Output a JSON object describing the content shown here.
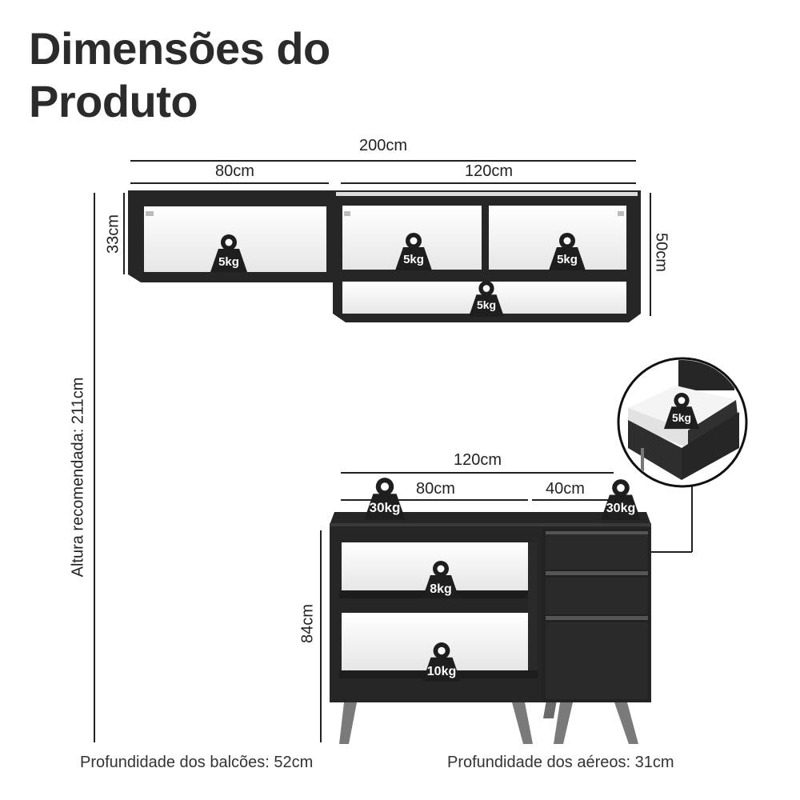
{
  "title_line1": "Dimensões do",
  "title_line2": "Produto",
  "dimensions": {
    "total_width": "200cm",
    "upper_left_width": "80cm",
    "upper_right_width": "120cm",
    "upper_left_height": "33cm",
    "upper_right_height": "50cm",
    "recommended_height": "Altura recomendada: 211cm",
    "base_width": "120cm",
    "base_left_width": "80cm",
    "base_right_width": "40cm",
    "base_height": "84cm"
  },
  "weights": {
    "upper_left": "5kg",
    "upper_mid": "5kg",
    "upper_right": "5kg",
    "upper_bottom": "5kg",
    "drawer_detail": "5kg",
    "counter_left": "30kg",
    "counter_right": "30kg",
    "shelf_top": "8kg",
    "shelf_bottom": "10kg"
  },
  "footer": {
    "base_depth": "Profundidade dos balcões: 52cm",
    "upper_depth": "Profundidade dos aéreos: 31cm"
  },
  "colors": {
    "cabinet": "#262626",
    "interior": "#f2f2f2",
    "legs": "#7a7a7a",
    "weight_icon": "#1e1e1e"
  }
}
